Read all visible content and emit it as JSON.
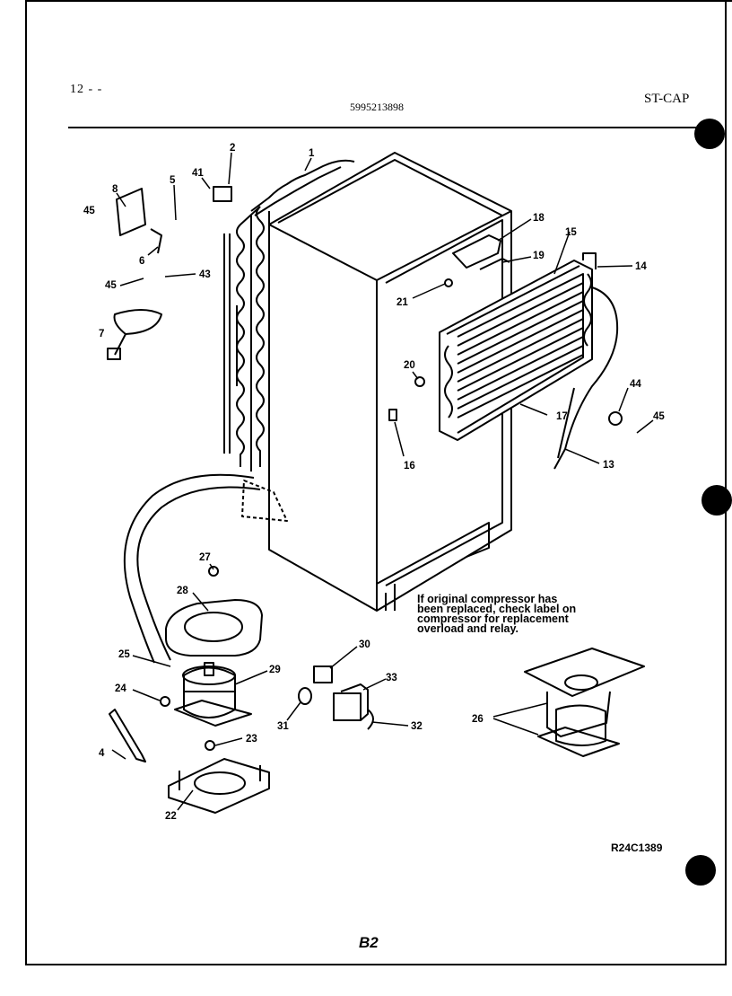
{
  "header": {
    "left_text": "12  - -",
    "code": "5995213898",
    "right_text": "ST-CAP"
  },
  "note": {
    "lines": [
      "If original compressor has",
      "been replaced, check label on",
      "compressor for replacement",
      "overload and relay."
    ]
  },
  "figure_code": "R24C1389",
  "page_number": "B2",
  "part_labels": {
    "p1": "1",
    "p2": "2",
    "p4": "4",
    "p5": "5",
    "p6": "6",
    "p7": "7",
    "p8": "8",
    "p13": "13",
    "p14": "14",
    "p15": "15",
    "p16": "16",
    "p17": "17",
    "p18": "18",
    "p19": "19",
    "p20": "20",
    "p21": "21",
    "p22": "22",
    "p23": "23",
    "p24": "24",
    "p25": "25",
    "p26": "26",
    "p27": "27",
    "p28": "28",
    "p29": "29",
    "p30": "30",
    "p31": "31",
    "p32": "32",
    "p33": "33",
    "p41": "41",
    "p43": "43",
    "p44": "44",
    "p45a": "45",
    "p45b": "45",
    "p45c": "45"
  }
}
